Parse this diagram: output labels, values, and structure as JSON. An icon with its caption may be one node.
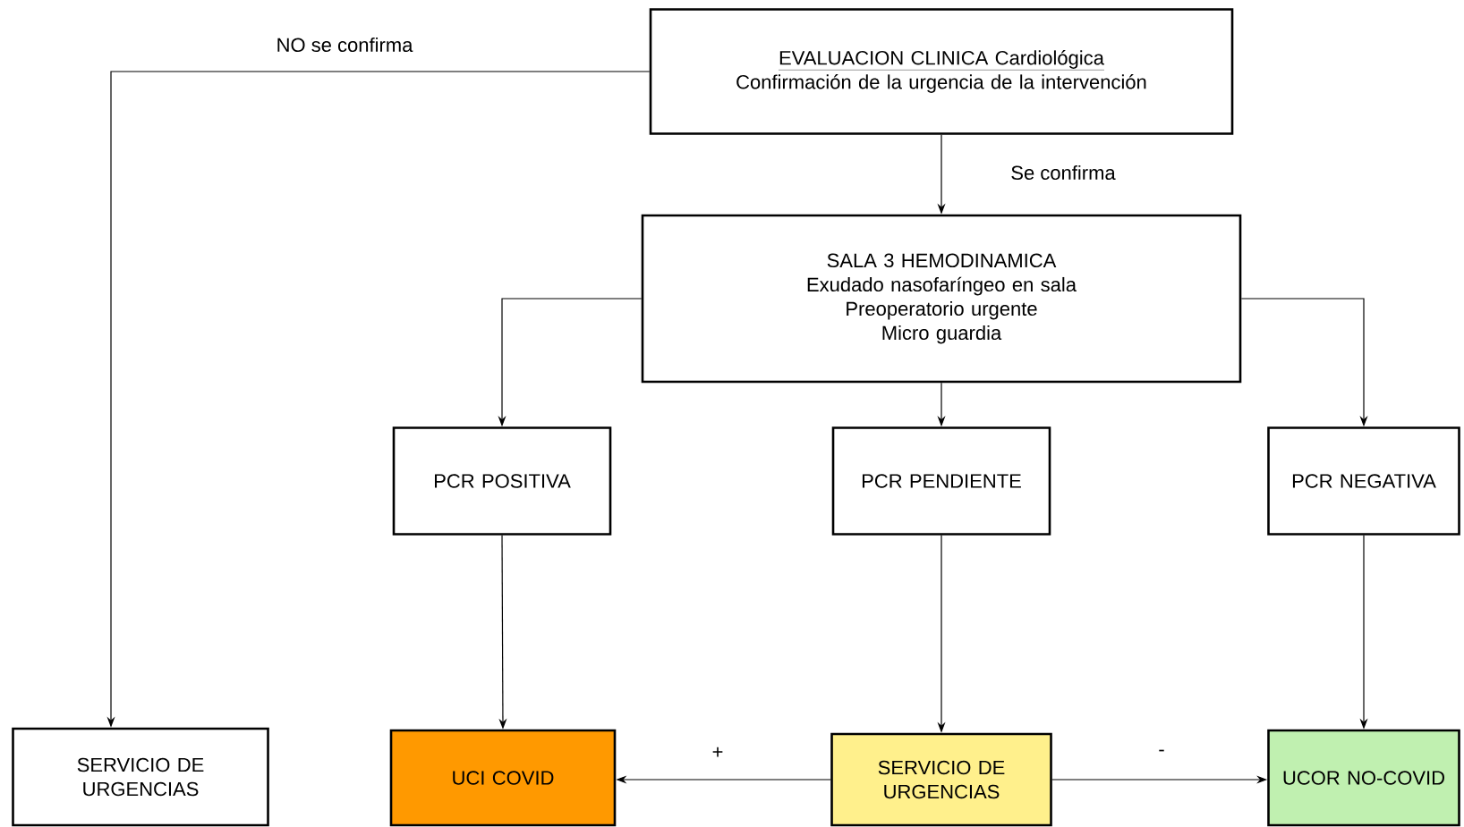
{
  "diagram": {
    "nodes": [
      {
        "text": [
          "EVALUACION CLINICA Cardiológica",
          "Confirmación de la urgencia de la intervención"
        ]
      },
      {
        "text": [
          "SALA 3  HEMODINAMICA",
          "Exudado nasofaríngeo en sala",
          "Preoperatorio urgente",
          "Micro guardia"
        ]
      },
      {
        "text": [
          "PCR POSITIVA"
        ]
      },
      {
        "text": [
          "PCR PENDIENTE"
        ]
      },
      {
        "text": [
          "PCR NEGATIVA"
        ]
      },
      {
        "text": [
          "SERVICIO DE URGENCIAS"
        ]
      },
      {
        "text": [
          "UCI COVID"
        ]
      },
      {
        "text": [
          "SERVICIO DE URGENCIAS"
        ]
      },
      {
        "text": [
          "UCOR NO-COVID"
        ]
      }
    ],
    "edges": [
      {
        "from": 0,
        "to": 5,
        "arrow": "to",
        "label": "NO se confirma"
      },
      {
        "from": 0,
        "to": 1,
        "arrow": "to",
        "label": "Se confirma"
      },
      {
        "from": 1,
        "to": 2,
        "arrow": "to"
      },
      {
        "from": 1,
        "to": 3,
        "arrow": "to"
      },
      {
        "from": 1,
        "to": 4,
        "arrow": "to"
      },
      {
        "from": 2,
        "to": 6,
        "arrow": "to"
      },
      {
        "from": 3,
        "to": 7,
        "arrow": "to"
      },
      {
        "from": 4,
        "to": 8,
        "arrow": "to"
      },
      {
        "from": 7,
        "to": 6,
        "arrow": "to",
        "label": "+"
      },
      {
        "from": 7,
        "to": 8,
        "arrow": "to",
        "label": "-"
      }
    ]
  }
}
